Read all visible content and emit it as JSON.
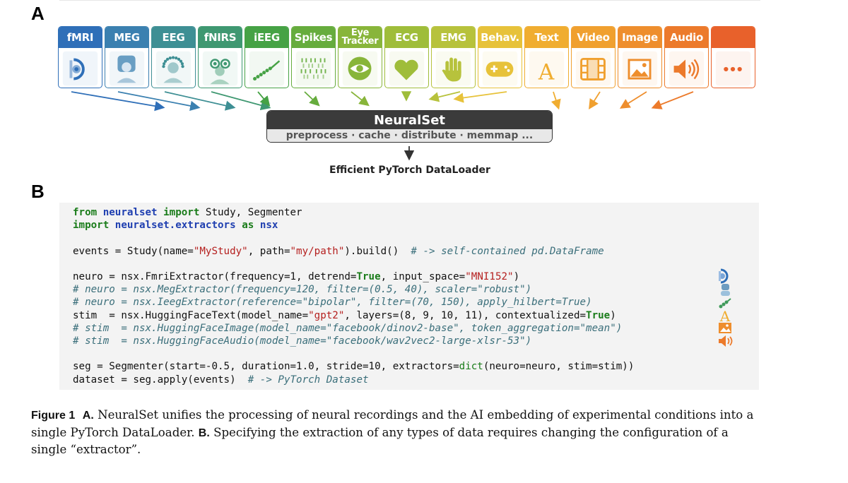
{
  "panels": {
    "a": "A",
    "b": "B"
  },
  "modalities": [
    {
      "label": "fMRI",
      "color": "#2f6fb8",
      "icon": "fmri-icon"
    },
    {
      "label": "MEG",
      "color": "#3b80b0",
      "icon": "meg-head-icon"
    },
    {
      "label": "EEG",
      "color": "#3e8f94",
      "icon": "eeg-head-icon"
    },
    {
      "label": "fNIRS",
      "color": "#3f9871",
      "icon": "fnirs-head-icon"
    },
    {
      "label": "iEEG",
      "color": "#46a245",
      "icon": "ieeg-electrode-icon"
    },
    {
      "label": "Spikes",
      "color": "#66ac3d",
      "icon": "spikes-raster-icon"
    },
    {
      "label_line1": "Eye",
      "label_line2": "Tracker",
      "color": "#88b53a",
      "icon": "eye-icon"
    },
    {
      "label": "ECG",
      "color": "#9fbd3a",
      "icon": "heart-icon"
    },
    {
      "label": "EMG",
      "color": "#b7c23c",
      "icon": "hand-icon"
    },
    {
      "label": "Behav.",
      "color": "#e7c23a",
      "icon": "gamepad-icon"
    },
    {
      "label": "Text",
      "color": "#f0ad30",
      "icon": "letter-a-icon"
    },
    {
      "label": "Video",
      "color": "#f0a02f",
      "icon": "film-icon"
    },
    {
      "label": "Image",
      "color": "#ee8e2d",
      "icon": "image-icon"
    },
    {
      "label": "Audio",
      "color": "#ec7a2b",
      "icon": "speaker-icon"
    },
    {
      "label": "",
      "color": "#e8612b",
      "icon": "more-dots-icon"
    }
  ],
  "neuralset": {
    "title": "NeuralSet",
    "subtitle": "preprocess · cache · distribute · memmap ..."
  },
  "dataloader_label": "Efficient PyTorch DataLoader",
  "code": {
    "line1": {
      "kw1": "from",
      "mod": "neuralset",
      "kw2": "import",
      "rest": " Study, Segmenter"
    },
    "line2": {
      "kw1": "import",
      "mod": "neuralset.extractors",
      "kw2": "as",
      "mod2": "nsx"
    },
    "line3": {
      "a": "events = Study(name=",
      "s1": "\"MyStudy\"",
      "b": ", path=",
      "s2": "\"my/path\"",
      "c": ").build()  ",
      "cmt": "# -> self-contained pd.DataFrame"
    },
    "line4": {
      "a": "neuro = nsx.FmriExtractor(frequency=1, detrend=",
      "t": "True",
      "b": ", input_space=",
      "s": "\"MNI152\"",
      "c": ")"
    },
    "line5": "# neuro = nsx.MegExtractor(frequency=120, filter=(0.5, 40), scaler=\"robust\")",
    "line6": "# neuro = nsx.IeegExtractor(reference=\"bipolar\", filter=(70, 150), apply_hilbert=True)",
    "line7": {
      "a": "stim  = nsx.HuggingFaceText(model_name=",
      "s": "\"gpt2\"",
      "b": ", layers=(8, 9, 10, 11), contextualized=",
      "t": "True",
      "c": ")"
    },
    "line8": "# stim  = nsx.HuggingFaceImage(model_name=\"facebook/dinov2-base\", token_aggregation=\"mean\")",
    "line9": "# stim  = nsx.HuggingFaceAudio(model_name=\"facebook/wav2vec2-large-xlsr-53\")",
    "line10": {
      "a": "seg = Segmenter(start=-0.5, duration=1.0, stride=10, extractors=",
      "fn": "dict",
      "b": "(neuro=neuro, stim=stim))"
    },
    "line11": {
      "a": "dataset = seg.apply(events)  ",
      "cmt": "# -> PyTorch Dataset"
    }
  },
  "caption": {
    "fig": "Figure 1",
    "a_label": "A.",
    "a_text": " NeuralSet unifies the processing of neural recordings and the AI embedding of experimental conditions into a single PyTorch DataLoader. ",
    "b_label": "B.",
    "b_text": " Specifying the extraction of any types of data requires changing the configuration of a single “extractor”."
  }
}
